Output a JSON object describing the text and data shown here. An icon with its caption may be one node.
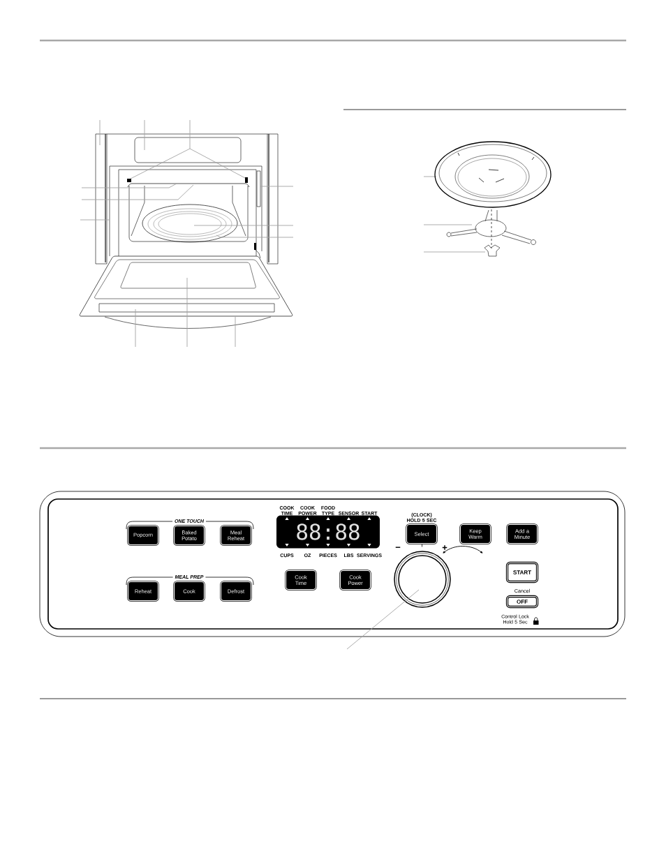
{
  "diagram": {
    "nodes": [
      {
        "text": [
          "Popcorn"
        ]
      },
      {
        "text": [
          "Baked Potato"
        ]
      },
      {
        "text": [
          "Meal Reheat"
        ]
      },
      {
        "text": [
          "88:88"
        ],
        "beside": [
          "COOK TIME",
          "COOK POWER",
          "FOOD TYPE",
          "SENSOR",
          "START",
          "CUPS",
          "OZ",
          "PIECES",
          "LBS",
          "SERVINGS"
        ]
      },
      {
        "text": [
          "Select"
        ],
        "beside": [
          "(CLOCK) HOLD 5 SEC"
        ]
      },
      {
        "text": [
          "Keep Warm"
        ]
      },
      {
        "text": [
          "Add a Minute"
        ]
      },
      {
        "text": [
          "START"
        ]
      },
      {
        "text": [
          "Reheat"
        ]
      },
      {
        "text": [
          "Cook"
        ]
      },
      {
        "text": [
          "Defrost"
        ]
      },
      {
        "text": [
          "Cook Time"
        ]
      },
      {
        "text": [
          "Cook Power"
        ]
      },
      {
        "text": [
          "OFF"
        ],
        "beside": [
          "Cancel",
          "Control Lock Hold 5 Sec"
        ]
      }
    ],
    "labels": [
      "ONE TOUCH",
      "−",
      "+",
      "MEAL PREP"
    ]
  }
}
